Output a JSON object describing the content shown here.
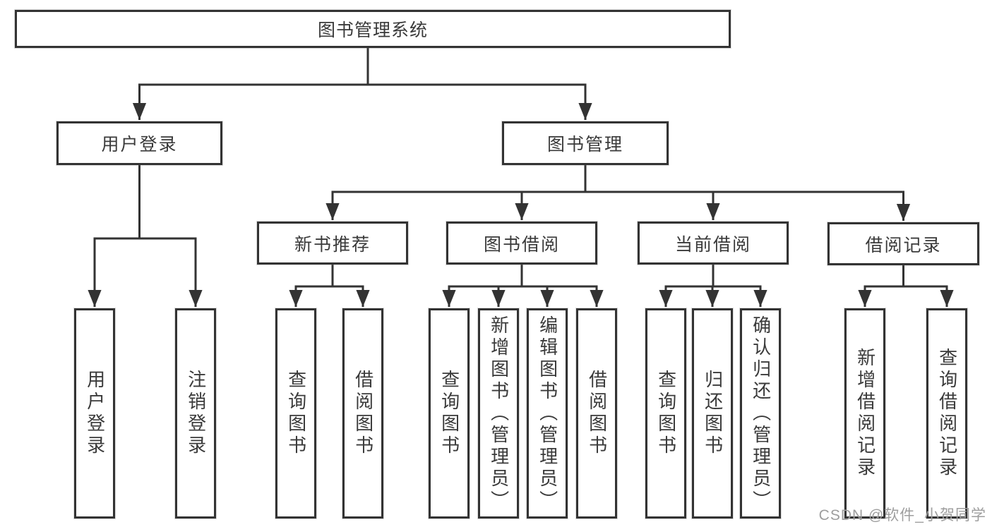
{
  "diagram": {
    "title": "图书管理系统",
    "watermark": "CSDN @软件_小贺同学",
    "colors": {
      "line": "#333333",
      "box_border": "#333333",
      "text": "#3a3a3a",
      "watermark": "#9e9e9e",
      "background": "#ffffff"
    },
    "nodes": {
      "root": {
        "label": "图书管理系统"
      },
      "user_login": {
        "label": "用户登录"
      },
      "book_mgmt": {
        "label": "图书管理"
      },
      "new_books": {
        "label": "新书推荐"
      },
      "book_borrow": {
        "label": "图书借阅"
      },
      "current_borrow": {
        "label": "当前借阅"
      },
      "borrow_records": {
        "label": "借阅记录"
      },
      "leaf_user_login": {
        "label": "用户登录"
      },
      "leaf_logout": {
        "label": "注销登录"
      },
      "nb_query": {
        "label": "查询图书"
      },
      "nb_borrow": {
        "label": "借阅图书"
      },
      "bb_query": {
        "label": "查询图书"
      },
      "bb_add": {
        "label": "新增图书（管理员）"
      },
      "bb_edit": {
        "label": "编辑图书（管理员）"
      },
      "bb_borrow": {
        "label": "借阅图书"
      },
      "cb_query": {
        "label": "查询图书"
      },
      "cb_return": {
        "label": "归还图书"
      },
      "cb_confirm": {
        "label": "确认归还（管理员）"
      },
      "br_add": {
        "label": "新增借阅记录"
      },
      "br_query": {
        "label": "查询借阅记录"
      }
    },
    "structure": {
      "root": "图书管理系统",
      "children": [
        {
          "label": "用户登录",
          "children": [
            "用户登录",
            "注销登录"
          ]
        },
        {
          "label": "图书管理",
          "children": [
            {
              "label": "新书推荐",
              "children": [
                "查询图书",
                "借阅图书"
              ]
            },
            {
              "label": "图书借阅",
              "children": [
                "查询图书",
                "新增图书（管理员）",
                "编辑图书（管理员）",
                "借阅图书"
              ]
            },
            {
              "label": "当前借阅",
              "children": [
                "查询图书",
                "归还图书",
                "确认归还（管理员）"
              ]
            },
            {
              "label": "借阅记录",
              "children": [
                "新增借阅记录",
                "查询借阅记录"
              ]
            }
          ]
        }
      ]
    }
  }
}
